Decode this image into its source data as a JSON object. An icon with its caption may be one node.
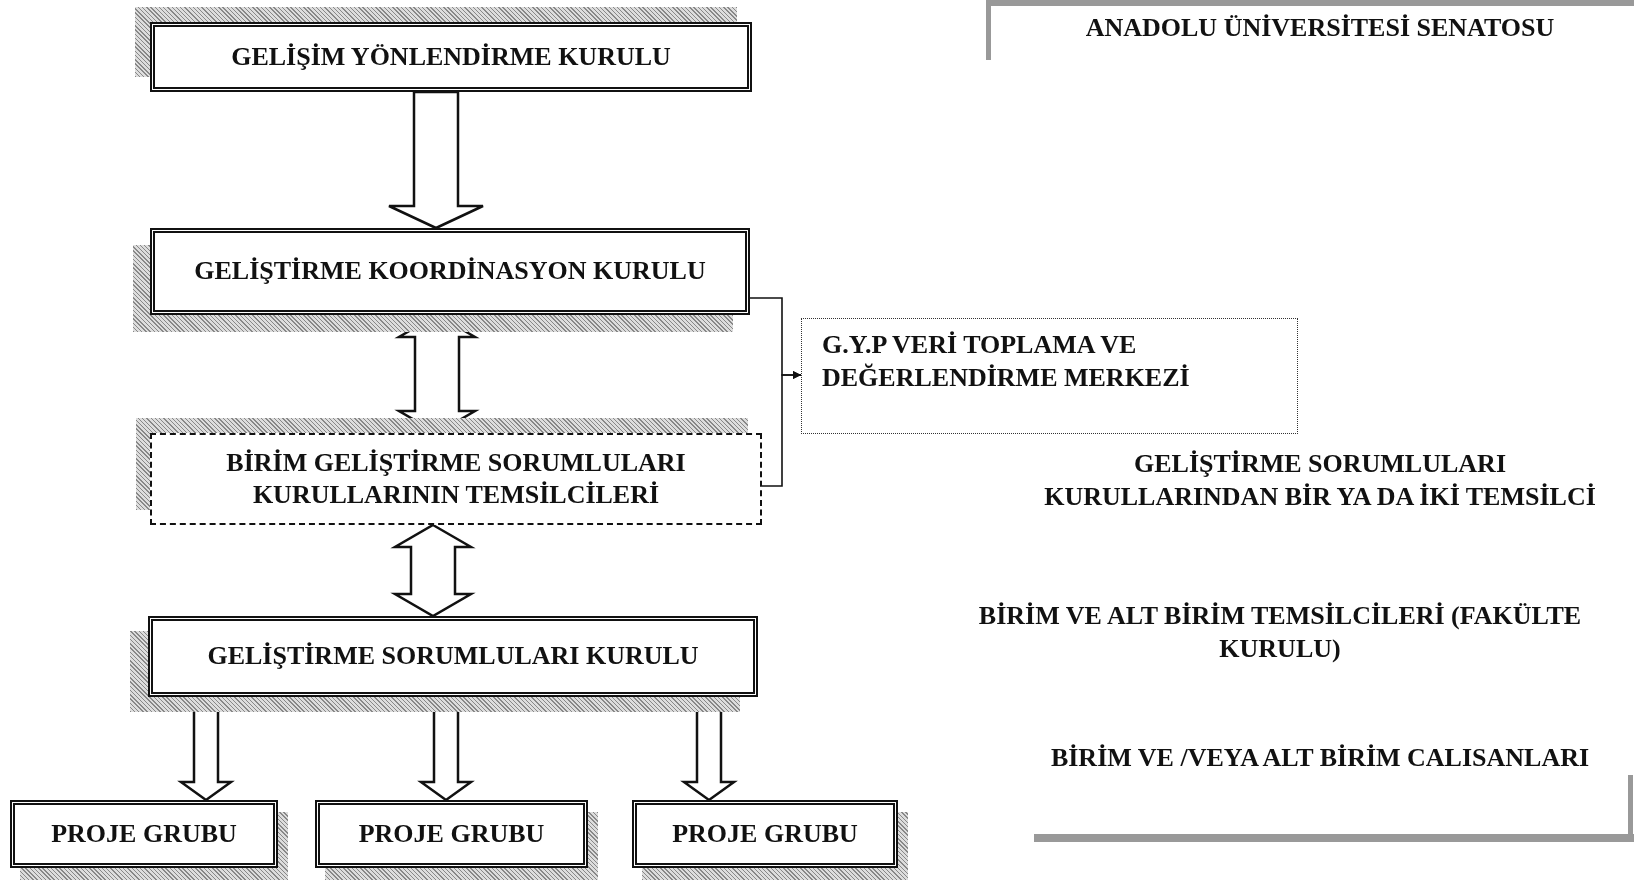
{
  "diagram": {
    "nodes": [
      {
        "text": [
          "GELİŞİM YÖNLENDİRME KURULU"
        ]
      },
      {
        "text": [
          "GELİŞTİRME KOORDİNASYON KURULU"
        ]
      },
      {
        "text": [
          "BİRİM GELİŞTİRME SORUMLULARI KURULLARININ TEMSİLCİLERİ"
        ]
      },
      {
        "text": [
          "GELİŞTİRME SORUMLULARI KURULU"
        ]
      },
      {
        "text": [
          "PROJE GRUBU"
        ]
      },
      {
        "text": [
          "PROJE GRUBU"
        ]
      },
      {
        "text": [
          "PROJE GRUBU"
        ]
      },
      {
        "text": [
          "G.Y.P VERİ TOPLAMA VE DEĞERLENDİRME MERKEZİ"
        ]
      }
    ],
    "edges": [
      {
        "from": 0,
        "to": 1,
        "arrow": "to"
      },
      {
        "from": 1,
        "to": 2,
        "arrow": "both"
      },
      {
        "from": 2,
        "to": 3,
        "arrow": "both"
      },
      {
        "from": 3,
        "to": 4,
        "arrow": "to"
      },
      {
        "from": 3,
        "to": 5,
        "arrow": "to"
      },
      {
        "from": 3,
        "to": 6,
        "arrow": "to"
      },
      {
        "from": 1,
        "to": 7,
        "arrow": "to"
      },
      {
        "from": 2,
        "to": 7,
        "arrow": "to"
      }
    ],
    "labels": [
      "ANADOLU ÜNİVERSİTESİ SENATOSU",
      "GELİŞTİRME SORUMLULARI KURULLARINDAN BİR YA DA İKİ TEMSİLCİ",
      "BİRİM VE ALT BİRİM TEMSİLCİLERİ (FAKÜLTE KURULU)",
      "BİRİM VE /VEYA ALT BİRİM CALISANLARI"
    ]
  }
}
